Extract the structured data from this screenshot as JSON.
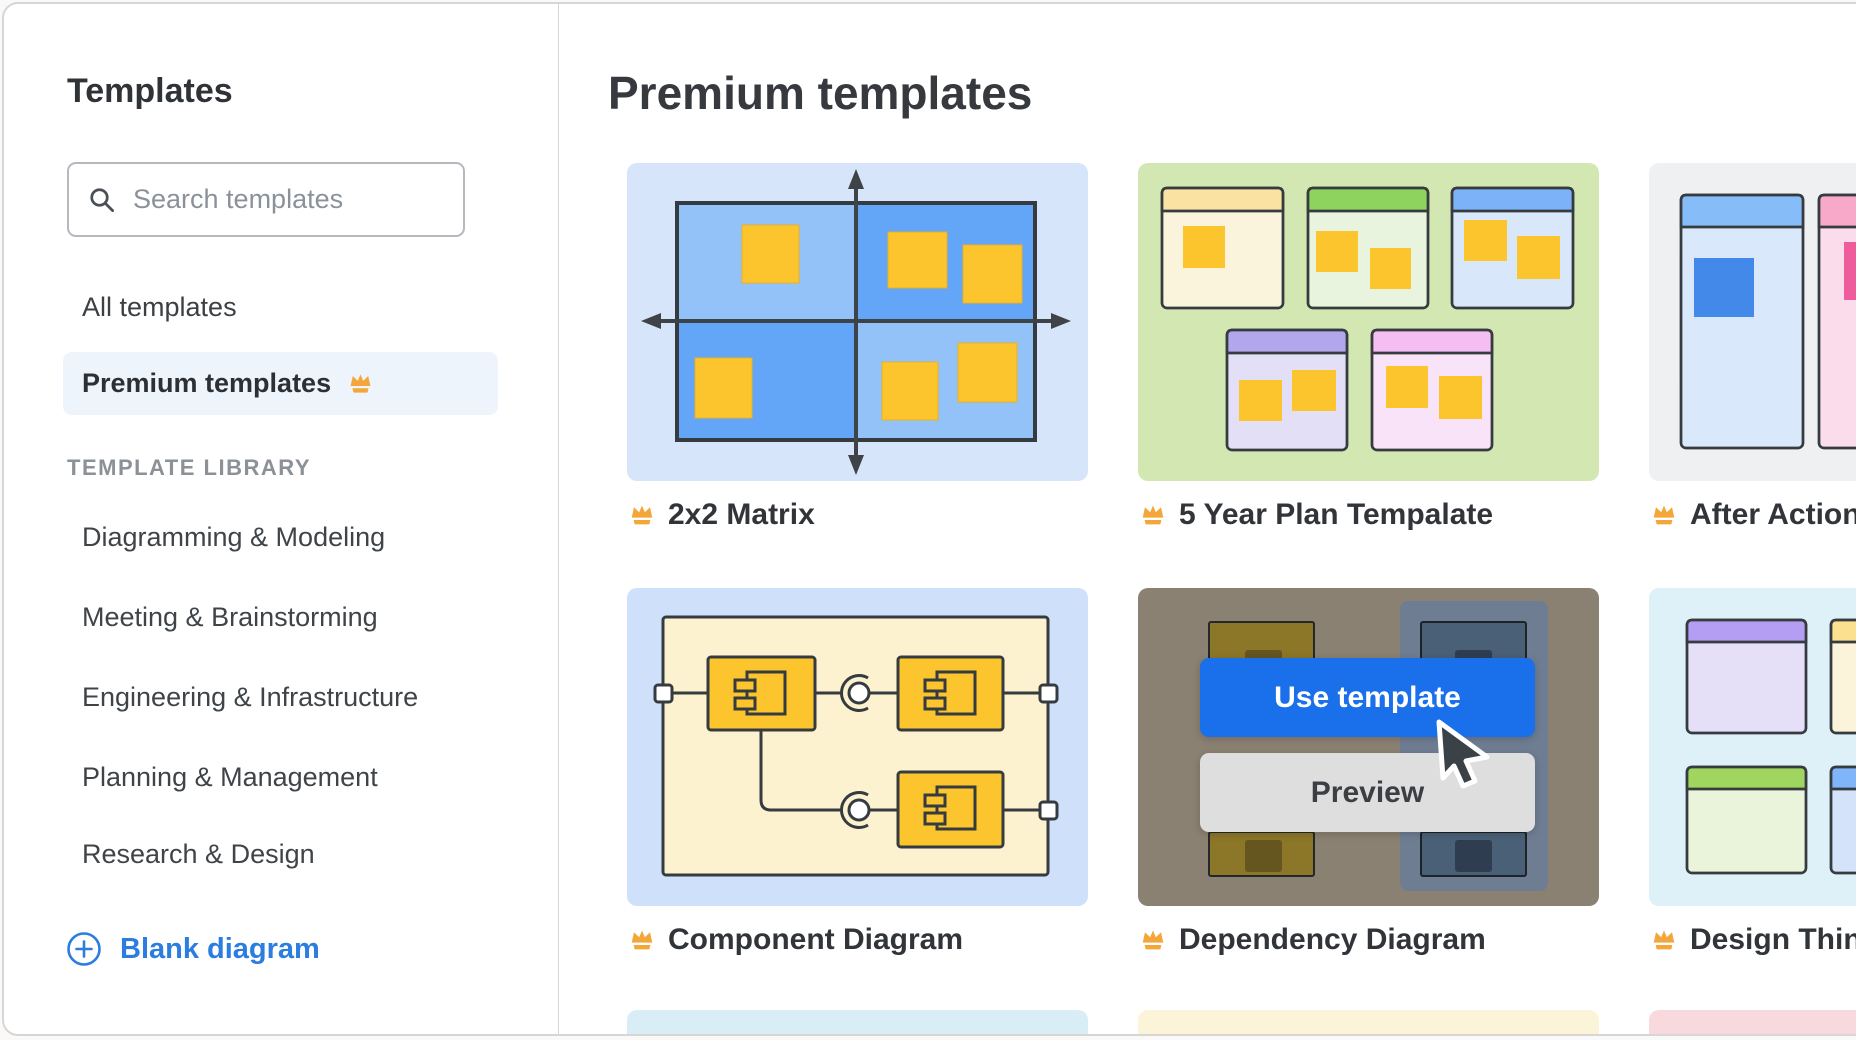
{
  "sidebar": {
    "title": "Templates",
    "search": {
      "placeholder": "Search templates"
    },
    "nav": [
      {
        "label": "All templates",
        "selected": false,
        "premium": false
      },
      {
        "label": "Premium templates",
        "selected": true,
        "premium": true
      }
    ],
    "section_label": "TEMPLATE LIBRARY",
    "categories": [
      {
        "label": "Diagramming & Modeling"
      },
      {
        "label": "Meeting & Brainstorming"
      },
      {
        "label": "Engineering & Infrastructure"
      },
      {
        "label": "Planning & Management"
      },
      {
        "label": "Research & Design"
      }
    ],
    "blank_diagram": {
      "label": "Blank diagram"
    }
  },
  "main": {
    "heading": "Premium templates",
    "cards": [
      {
        "title": "2x2 Matrix",
        "premium": true
      },
      {
        "title": "5 Year Plan Tempalate",
        "premium": true
      },
      {
        "title": "After Action",
        "premium": true
      },
      {
        "title": "Component Diagram",
        "premium": true
      },
      {
        "title": "Dependency Diagram",
        "premium": true,
        "hover_menu": {
          "use_template": "Use template",
          "preview": "Preview"
        }
      },
      {
        "title": "Design Thinking",
        "premium": true
      }
    ]
  },
  "colors": {
    "accent_blue": "#2b7de0",
    "crown_orange": "#f3a73a",
    "use_template_bg": "#1a6fea",
    "preview_bg": "#dedede",
    "sidebar_highlight": "#edf4fc"
  }
}
